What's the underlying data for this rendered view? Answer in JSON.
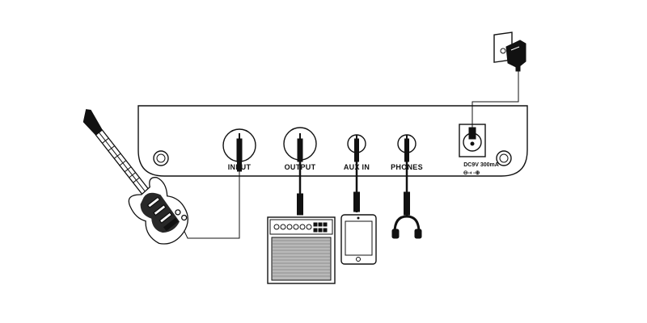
{
  "ports": {
    "input": "INPUT",
    "output": "OUTPUT",
    "aux_in": "AUX IN",
    "phones": "PHONES",
    "dc": "DC9V 300mA",
    "polarity": "⊖-◐-⊕"
  },
  "colors": {
    "ink": "#111111",
    "background": "#ffffff"
  },
  "icons": [
    "guitar-icon",
    "amplifier-icon",
    "tablet-icon",
    "headphones-icon",
    "power-adapter-icon",
    "wall-socket-icon"
  ]
}
